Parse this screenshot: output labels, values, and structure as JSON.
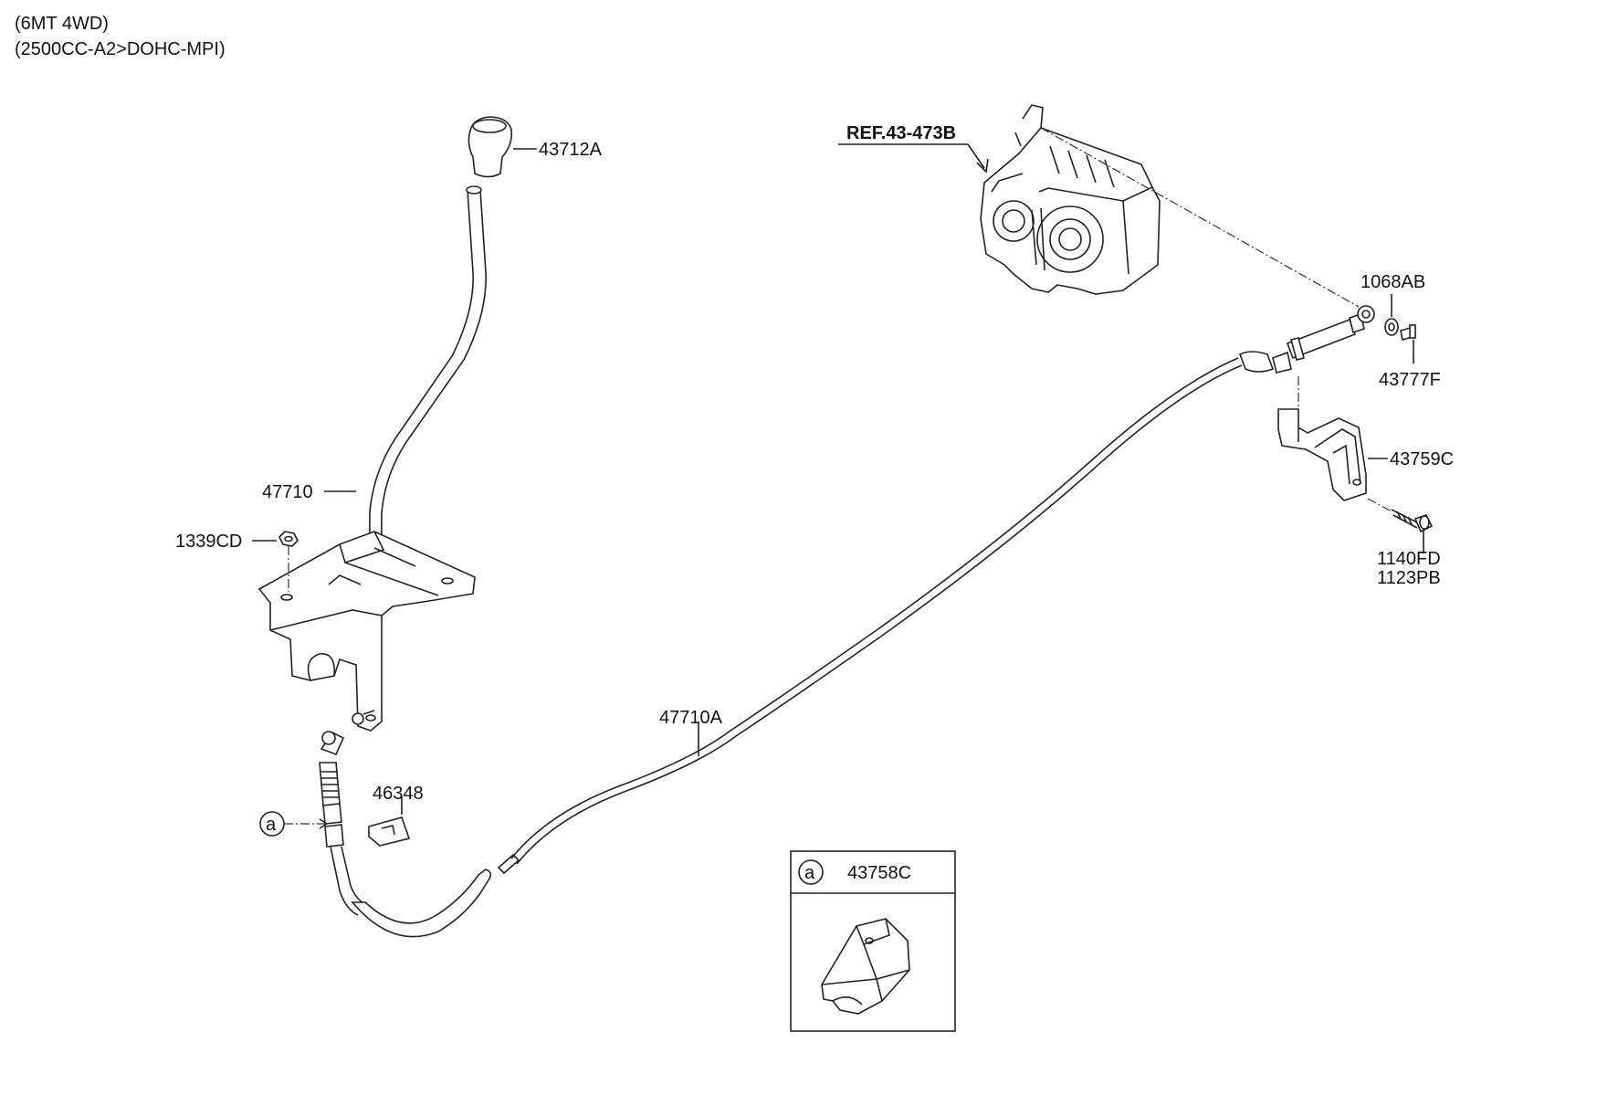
{
  "header": {
    "line1": "(6MT 4WD)",
    "line2": "(2500CC-A2>DOHC-MPI)"
  },
  "callouts": {
    "knob": "43712A",
    "lever": "47710",
    "nut": "1339CD",
    "cable": "47710A",
    "clip": "46348",
    "reference": "REF.43-473B",
    "washer": "1068AB",
    "pin": "43777F",
    "bracket": "43759C",
    "bolt_1": "1140FD",
    "bolt_2": "1123PB"
  },
  "detail_box": {
    "marker": "a",
    "part": "43758C"
  },
  "marker_a": "a"
}
